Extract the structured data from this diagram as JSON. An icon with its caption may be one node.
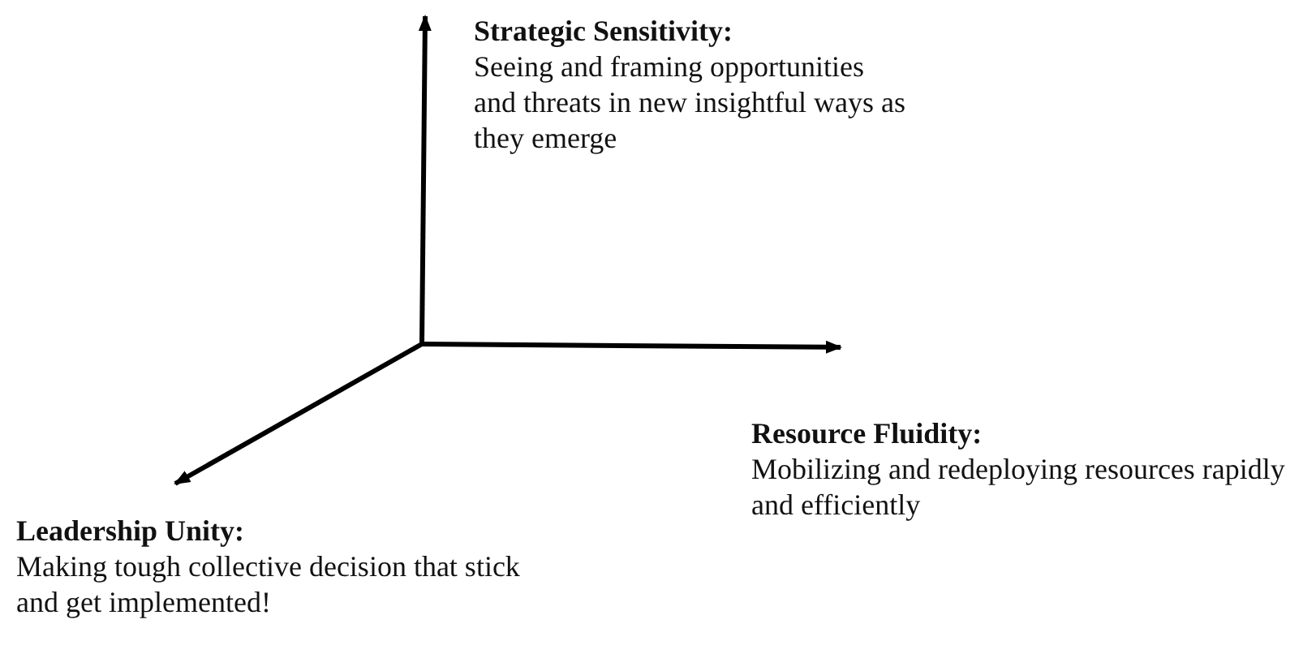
{
  "diagram": {
    "nodes": [
      {
        "text": [
          "Strategic Sensitivity:",
          "Seeing and framing opportunities and threats in new insightful ways as they emerge"
        ]
      },
      {
        "text": [
          "Resource Fluidity:",
          "Mobilizing and redeploying resources rapidly and efficiently"
        ]
      },
      {
        "text": [
          "Leadership Unity:",
          "Making tough collective decision that stick and get implemented!"
        ]
      }
    ],
    "edges": [
      {
        "from": null,
        "to": 0,
        "arrow": "to"
      },
      {
        "from": null,
        "to": 1,
        "arrow": "to"
      },
      {
        "from": null,
        "to": 2,
        "arrow": "to"
      }
    ]
  }
}
